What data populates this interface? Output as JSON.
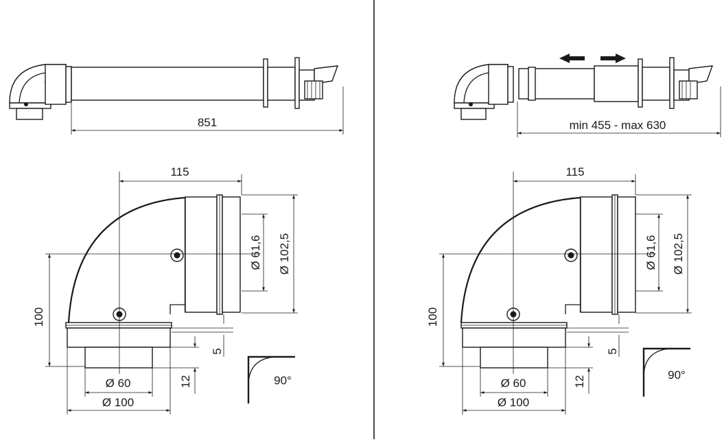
{
  "left": {
    "length_label": "851",
    "elbow": {
      "width": "115",
      "height": "100",
      "bore_inner": "Ø 61,6",
      "bore_outer": "Ø 102,5",
      "offset": "5",
      "spigot": "12",
      "dia_inner": "Ø 60",
      "dia_outer": "Ø 100",
      "angle": "90°"
    }
  },
  "right": {
    "length_label": "min 455 - max 630",
    "elbow": {
      "width": "115",
      "height": "100",
      "bore_inner": "Ø 61,6",
      "bore_outer": "Ø 102,5",
      "offset": "5",
      "spigot": "12",
      "dia_inner": "Ø 60",
      "dia_outer": "Ø 100",
      "angle": "90°"
    }
  }
}
